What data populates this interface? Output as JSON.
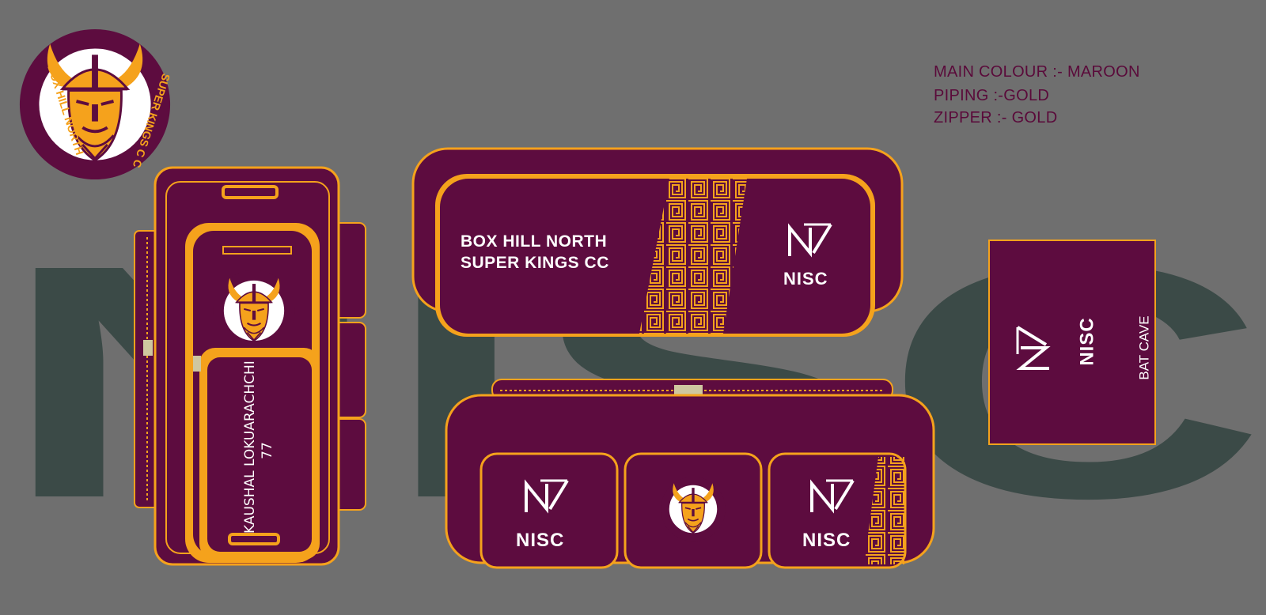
{
  "spec": {
    "main_colour": "MAIN COLOUR :- MAROON",
    "piping": "PIPING :-GOLD",
    "zipper": "ZIPPER :-  GOLD"
  },
  "background_brand": "NISC",
  "logo": {
    "text_left": "BOX HILL NORTH",
    "text_right": "SUPER KINGS C C"
  },
  "bag_top": {
    "title_line1": "BOX HILL NORTH",
    "title_line2": "SUPER KINGS CC",
    "brand": "NISC"
  },
  "bag_side": {
    "player_name": "KAUSHAL LOKUARACHCHI",
    "player_number": "77"
  },
  "pockets": [
    {
      "brand": "NISC"
    },
    {
      "logo": "team-logo"
    },
    {
      "brand": "NISC"
    }
  ],
  "end_panel": {
    "brand": "NISC",
    "label": "BAT CAVE"
  },
  "colors": {
    "maroon": "#5d0c3f",
    "gold": "#f5a21c",
    "background": "#6f6f6f",
    "watermark": "#3b4a47"
  }
}
